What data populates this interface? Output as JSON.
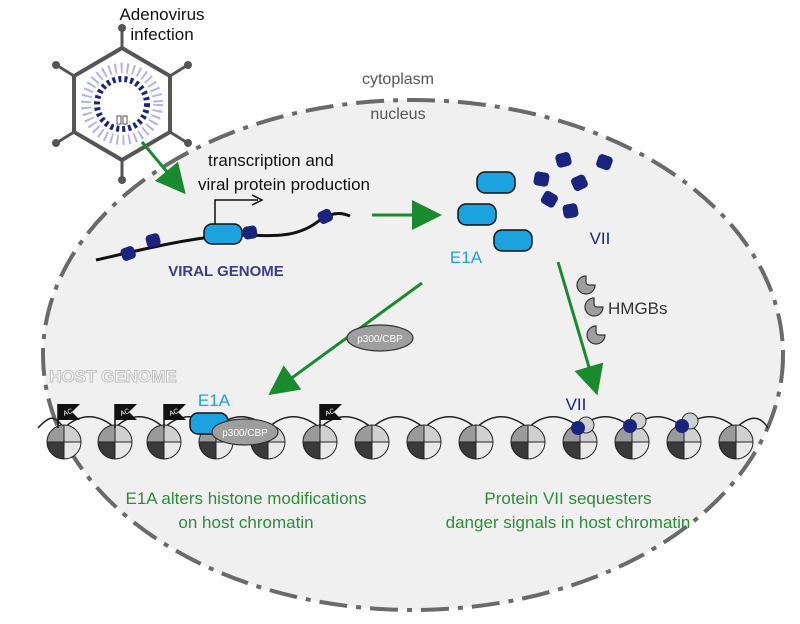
{
  "labels": {
    "adenovirus_line1": "Adenovirus",
    "adenovirus_line2": "infection",
    "cytoplasm": "cytoplasm",
    "nucleus": "nucleus",
    "transcription_line1": "transcription and",
    "transcription_line2": "viral protein production",
    "viral_genome": "VIRAL GENOME",
    "e1a_free": "E1A",
    "vii_free": "VII",
    "hmgbs": "HMGBs",
    "p300_free": "p300/CBP",
    "host_genome": "HOST GENOME",
    "e1a_chromatin": "E1A",
    "p300_chromatin": "p300/CBP",
    "vii_chromatin": "VII",
    "ac_flag": "AC",
    "caption_left_line1": "E1A alters histone modifications",
    "caption_left_line2": "on host chromatin",
    "caption_right_line1": "Protein VII sequesters",
    "caption_right_line2": "danger signals in host chromatin"
  },
  "colors": {
    "arrow_green": "#1a8a2e",
    "caption_green": "#2e8b3a",
    "e1a_blue": "#1ba3e0",
    "vii_navy": "#1a237e",
    "viral_genome_text": "#3b3b8f",
    "host_genome_text": "#bdbdbd",
    "nucleus_fill": "#f0f0f0",
    "dash_gray": "#6a6a6a",
    "hmgb_gray": "#9e9e9e"
  }
}
